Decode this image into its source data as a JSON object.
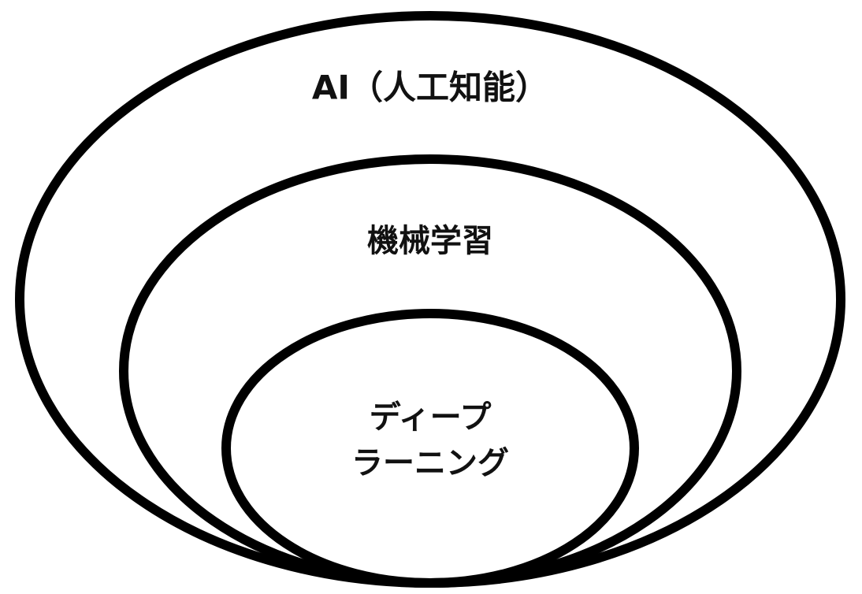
{
  "diagram": {
    "type": "nested-ellipses",
    "rings": [
      {
        "label": "AI（人工知能）"
      },
      {
        "label": "機械学習"
      },
      {
        "label_lines": [
          "ディープ",
          "ラーニング"
        ]
      }
    ],
    "colors": {
      "stroke": "#000000",
      "background": "#ffffff",
      "text": "#111111"
    }
  }
}
